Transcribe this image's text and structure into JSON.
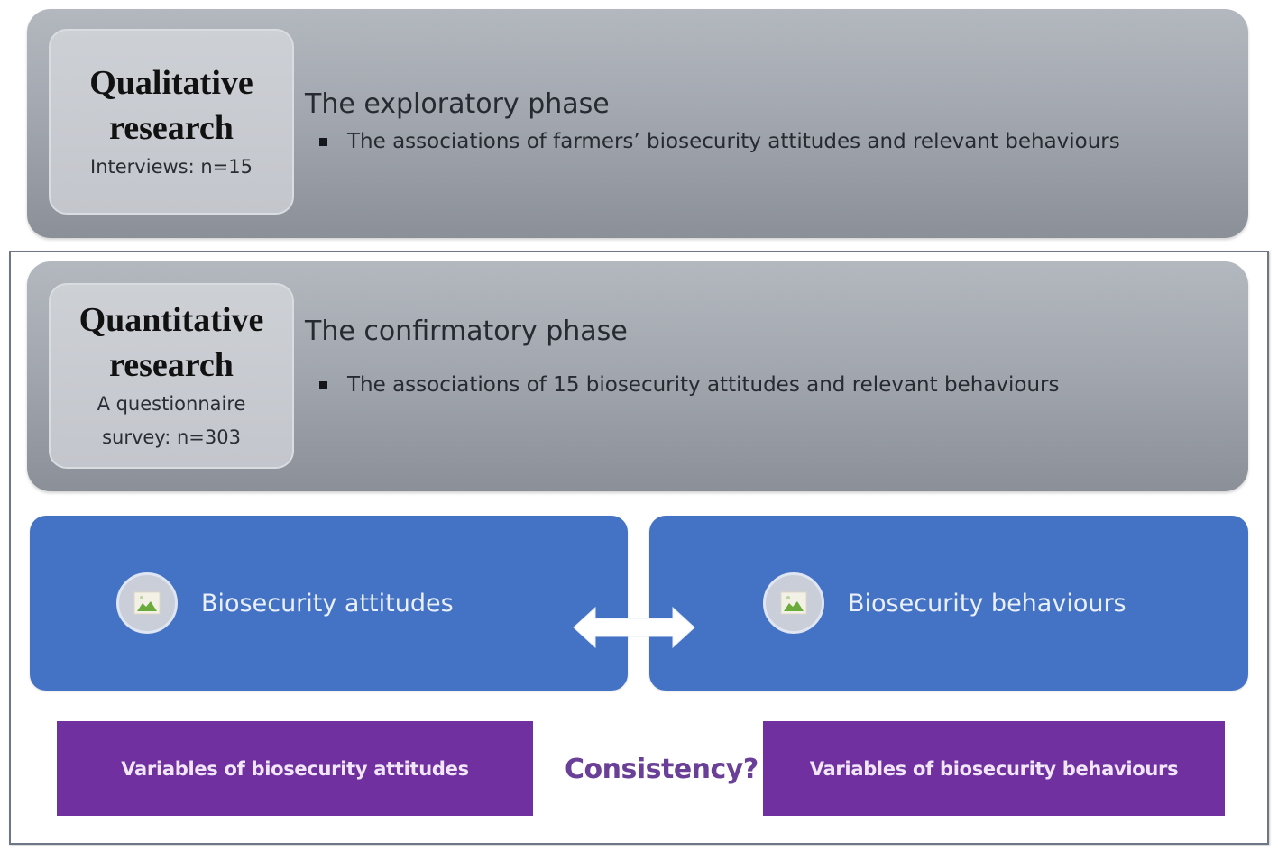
{
  "qualitative": {
    "method_title_line1": "Qualitative",
    "method_title_line2": "research",
    "method_sub_line1": "Interviews: n=15",
    "phase_title": "The exploratory phase",
    "bullet": "The associations of farmers’ biosecurity attitudes and relevant behaviours"
  },
  "quantitative": {
    "method_title_line1": "Quantitative",
    "method_title_line2": "research",
    "method_sub_line1": "A questionnaire",
    "method_sub_line2": "survey: n=303",
    "phase_title": "The confirmatory phase",
    "bullet": "The associations of 15 biosecurity attitudes and relevant behaviours"
  },
  "constructs": {
    "left": {
      "label": "Biosecurity attitudes",
      "icon": "image-placeholder-icon"
    },
    "right": {
      "label": "Biosecurity behaviours",
      "icon": "image-placeholder-icon"
    },
    "connector": "double-headed-arrow-icon"
  },
  "variables": {
    "left": "Variables of biosecurity attitudes",
    "right": "Variables of biosecurity behaviours",
    "question": "Consistency?"
  },
  "colors": {
    "phase_panel": "#a3a8b0",
    "method_box": "#c8cbd0",
    "blue_box": "#4472c4",
    "purple_box": "#7030a0",
    "consistency_text": "#6a3f97",
    "frame_border": "#6e7786"
  }
}
